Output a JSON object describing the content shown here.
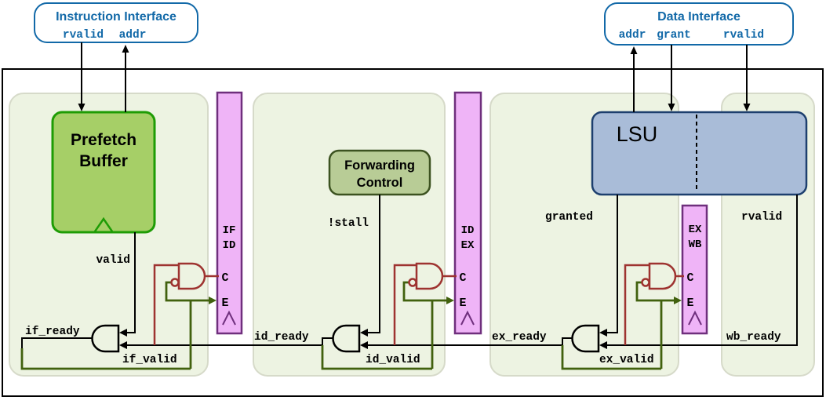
{
  "interfaces": {
    "instruction": {
      "title": "Instruction Interface",
      "rvalid": "rvalid",
      "addr": "addr"
    },
    "data": {
      "title": "Data Interface",
      "addr": "addr",
      "grant": "grant",
      "rvalid": "rvalid"
    }
  },
  "blocks": {
    "prefetch": {
      "line1": "Prefetch",
      "line2": "Buffer"
    },
    "forwarding": {
      "line1": "Forwarding",
      "line2": "Control"
    },
    "lsu": {
      "title": "LSU"
    }
  },
  "registers": {
    "if_id": {
      "row1": "IF",
      "row2": "ID",
      "clear": "C",
      "enable": "E"
    },
    "id_ex": {
      "row1": "ID",
      "row2": "EX",
      "clear": "C",
      "enable": "E"
    },
    "ex_wb": {
      "row1": "EX",
      "row2": "WB",
      "clear": "C",
      "enable": "E"
    }
  },
  "signals": {
    "valid": "valid",
    "if_ready": "if_ready",
    "if_valid": "if_valid",
    "stall": "!stall",
    "id_ready": "id_ready",
    "id_valid": "id_valid",
    "granted": "granted",
    "rvalid": "rvalid",
    "ex_ready": "ex_ready",
    "ex_valid": "ex_valid",
    "wb_ready": "wb_ready"
  },
  "colors": {
    "interface_blue": "#1269a8",
    "wire_red": "#9e3330",
    "wire_green": "#41610e",
    "panel_fill": "#edf3e2",
    "register_fill": "#efb4f7",
    "register_border": "#6f2f7d",
    "prefetch_fill": "#a6cf67",
    "prefetch_border": "#1e9c05",
    "forwarding_fill": "#b8cc96",
    "forwarding_border": "#3c5220",
    "lsu_fill": "#a9bcd8",
    "lsu_border": "#1d3f6e"
  }
}
